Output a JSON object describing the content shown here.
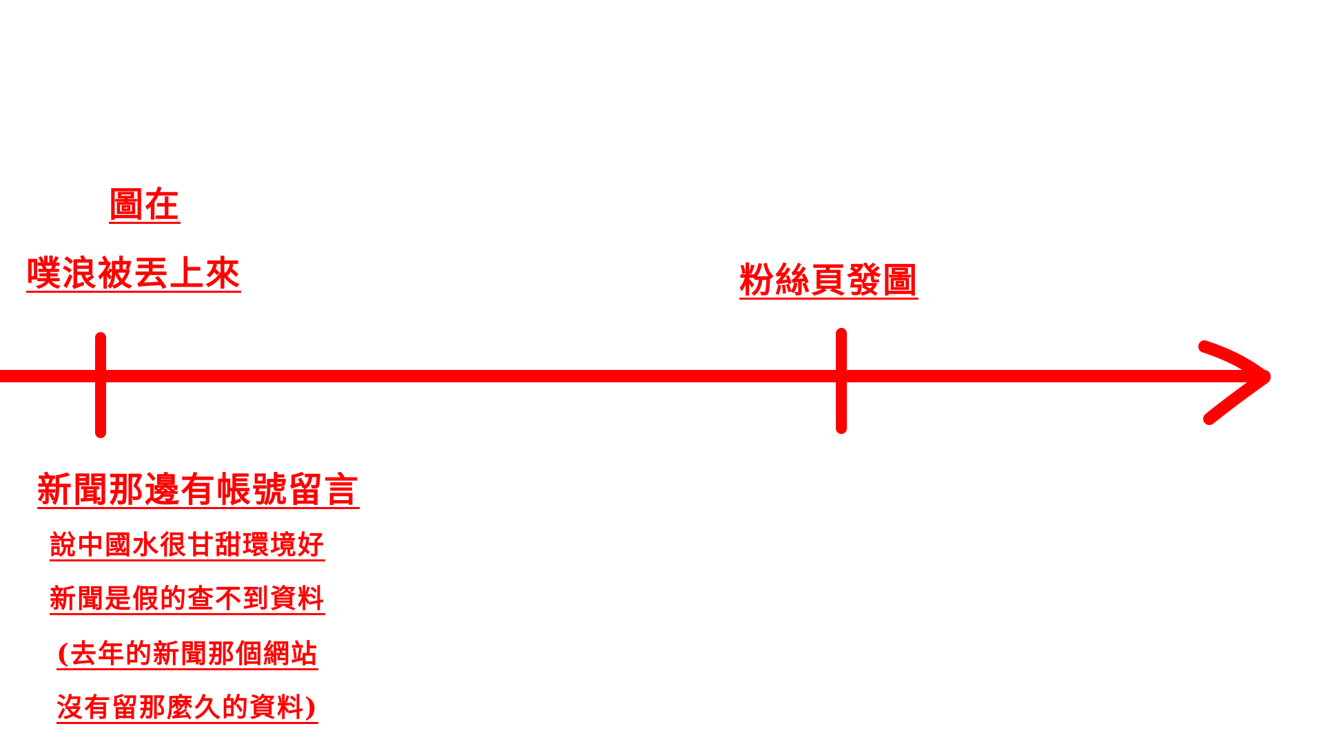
{
  "colors": {
    "accent": "#ff0000",
    "background": "#ffffff"
  },
  "timeline": {
    "event1": {
      "above": [
        "圖在",
        "噗浪被丟上來"
      ],
      "below_title": "新聞那邊有帳號留言",
      "below_lines": [
        "說中國水很甘甜環境好",
        "新聞是假的查不到資料",
        "(去年的新聞那個網站",
        "沒有留那麼久的資料)"
      ]
    },
    "event2": {
      "above": [
        "粉絲頁發圖"
      ]
    }
  }
}
